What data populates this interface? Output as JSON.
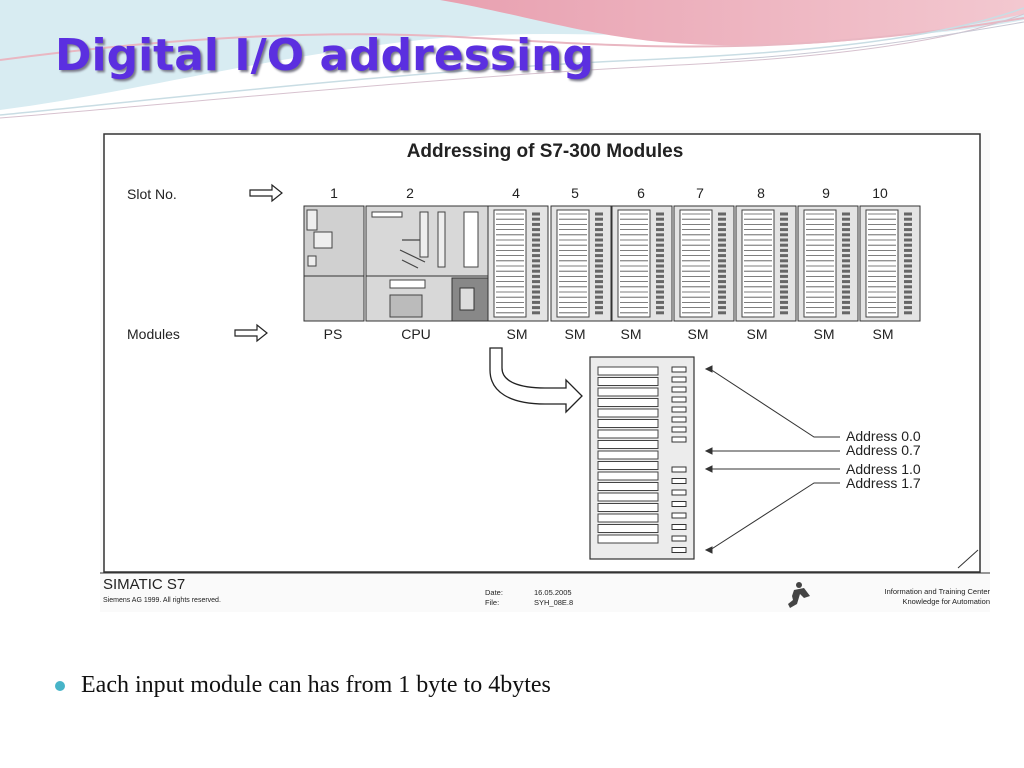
{
  "slide": {
    "title": "Digital I/O addressing",
    "bullet": "Each input module can has from 1 byte to 4bytes"
  },
  "diagram": {
    "title": "Addressing of S7-300 Modules",
    "slot_label": "Slot No.",
    "modules_label": "Modules",
    "slots": [
      "1",
      "2",
      "4",
      "5",
      "6",
      "7",
      "8",
      "9",
      "10"
    ],
    "modules": [
      "PS",
      "CPU",
      "SM",
      "SM",
      "SM",
      "SM",
      "SM",
      "SM",
      "SM"
    ],
    "addresses": [
      "Address 0.0",
      "Address 0.7",
      "Address 1.0",
      "Address 1.7"
    ],
    "footer": {
      "brand": "SIMATIC S7",
      "copyright": "Siemens AG 1999. All rights reserved.",
      "date_label": "Date:",
      "date_value": "16.05.2005",
      "file_label": "File:",
      "file_value": "SYH_08E.8",
      "center_line1": "Information and Training Center",
      "center_line2": "Knowledge for Automation"
    }
  },
  "colors": {
    "title": "#5b2fe0",
    "bullet": "#47b4c8"
  }
}
